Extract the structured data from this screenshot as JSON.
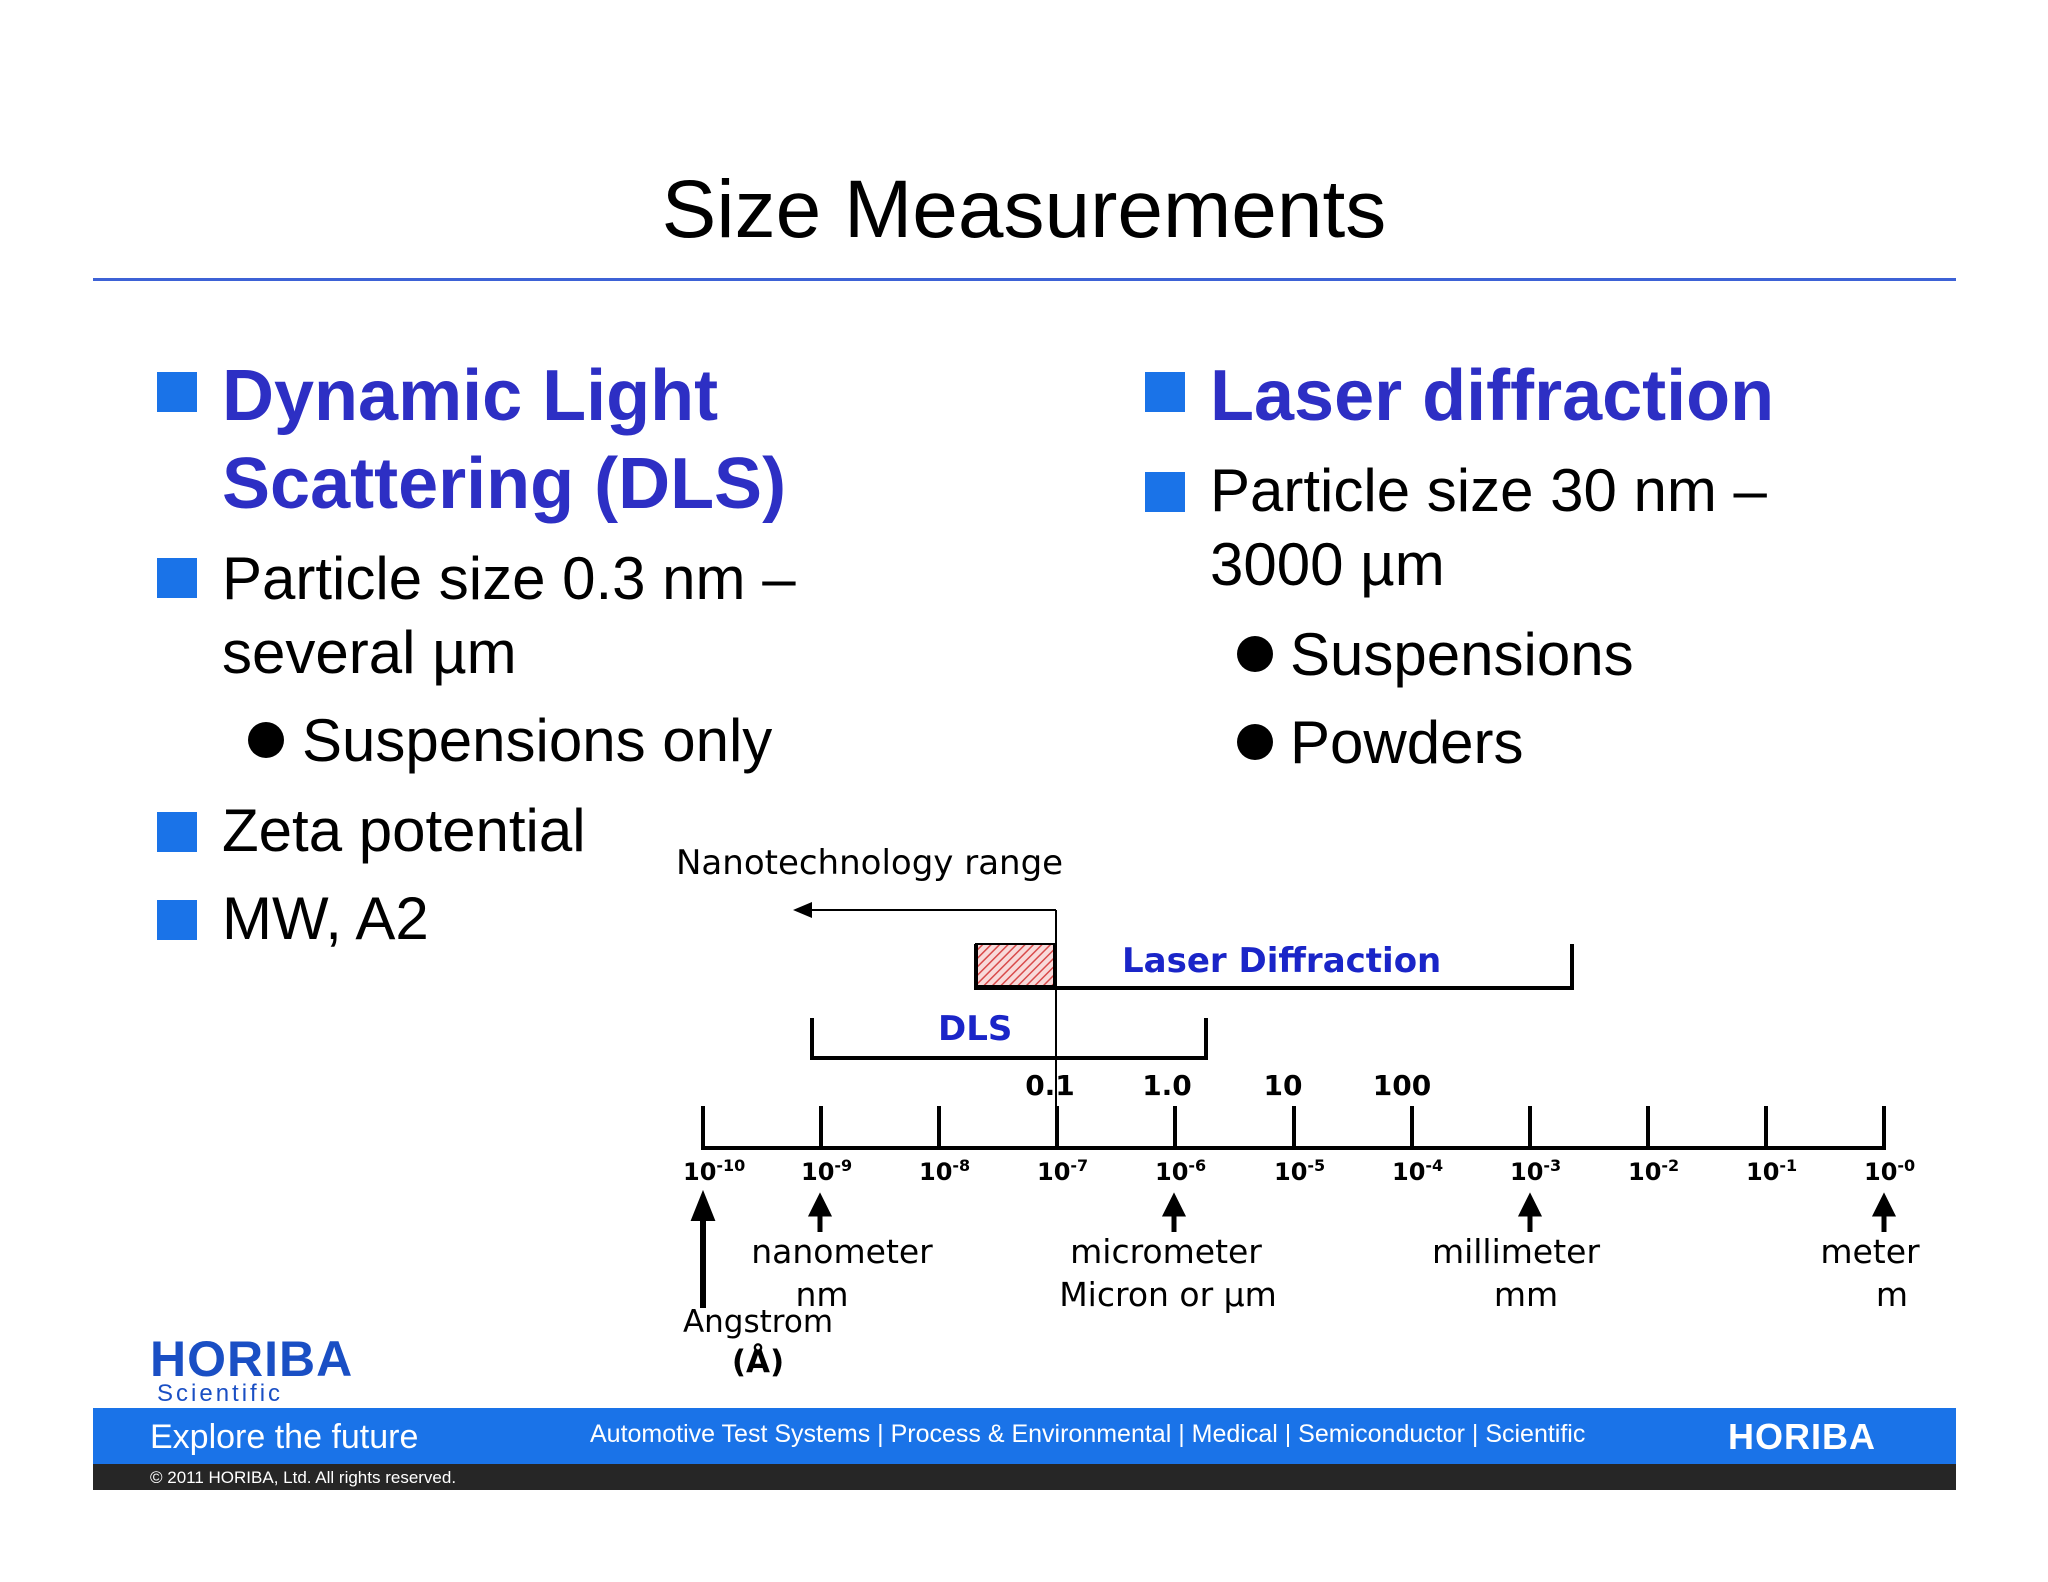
{
  "title": "Size Measurements",
  "left": {
    "heading": [
      "Dynamic Light",
      "Scattering (DLS)"
    ],
    "size_line1": "Particle size 0.3 nm –",
    "size_line2": "several µm",
    "sub": "Suspensions only",
    "zeta": "Zeta potential",
    "mw": "MW, A2"
  },
  "right": {
    "heading": "Laser diffraction",
    "size_line1": "Particle size 30 nm –",
    "size_line2": "3000 µm",
    "subs": [
      "Suspensions",
      "Powders"
    ]
  },
  "diagram": {
    "nano_label": "Nanotechnology range",
    "laser_label": "Laser Diffraction",
    "dls_label": "DLS",
    "micron_labels": [
      "0.1",
      "1.0",
      "10",
      "100"
    ],
    "exponents": [
      "-10",
      "-9",
      "-8",
      "-7",
      "-6",
      "-5",
      "-4",
      "-3",
      "-2",
      "-1",
      "-0"
    ],
    "base": "10",
    "units": {
      "nanometer": [
        "nanometer",
        "nm"
      ],
      "micrometer": [
        "micrometer",
        "Micron or µm"
      ],
      "millimeter": [
        "millimeter",
        "mm"
      ],
      "meter": [
        "meter",
        "m"
      ],
      "angstrom": [
        "Angstrom",
        "(Å)"
      ]
    },
    "colors": {
      "laser_text": "#1a25c8",
      "dls_text": "#1a25c8",
      "hatch": "#d94a4a"
    }
  },
  "footer": {
    "logo": "HORIBA",
    "logo_sub": "Scientific",
    "tagline": "Explore the future",
    "divisions": "Automotive Test Systems  |  Process & Environmental  |  Medical  |  Semiconductor  |  Scientific",
    "right_logo": "HORIBA",
    "copyright": "© 2011 HORIBA, Ltd. All rights reserved."
  },
  "colors": {
    "accent": "#1a73e8",
    "heading": "#2d2fc4",
    "rule": "#3d62d6"
  }
}
